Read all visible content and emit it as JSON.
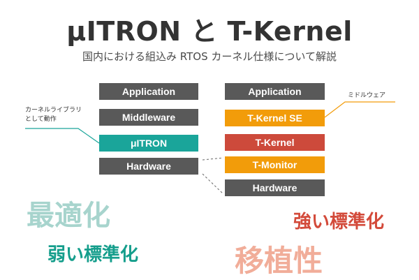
{
  "title": "μITRON と T-Kernel",
  "subtitle": "国内における組込み RTOS カーネル仕様について解説",
  "left_stack": [
    "Application",
    "Middleware",
    "μITRON",
    "Hardware"
  ],
  "right_stack": [
    "Application",
    "T-Kernel SE",
    "T-Kernel",
    "T-Monitor",
    "Hardware"
  ],
  "annotations": {
    "left_note": [
      "カーネルライブラリ",
      "として動作"
    ],
    "right_note": "ミドルウェア"
  },
  "labels": {
    "optimization": "最適化",
    "weak_standard": "弱い標準化",
    "strong_standard": "強い標準化",
    "portability": "移植性"
  },
  "colors": {
    "gray": "#595959",
    "teal": "#1aa59a",
    "orange": "#f29c0a",
    "red": "#cd4a3b"
  }
}
